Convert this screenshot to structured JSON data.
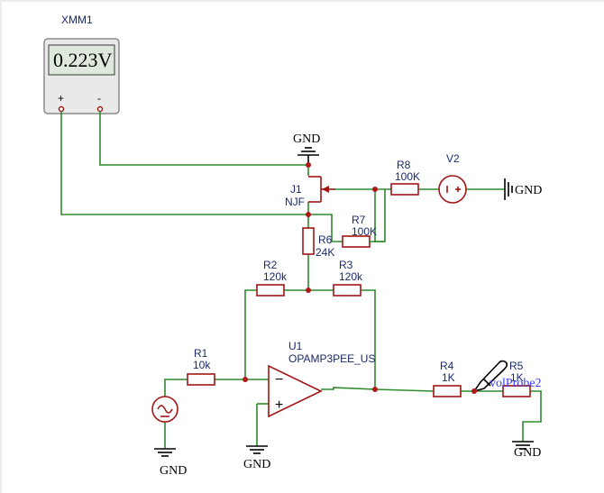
{
  "multimeter": {
    "name": "XMM1",
    "reading": "0.223V",
    "plus": "+",
    "minus": "-"
  },
  "jfet": {
    "ref": "J1",
    "model": "NJF"
  },
  "resistors": {
    "r1": {
      "ref": "R1",
      "value": "10k"
    },
    "r2": {
      "ref": "R2",
      "value": "120k"
    },
    "r3": {
      "ref": "R3",
      "value": "120k"
    },
    "r4": {
      "ref": "R4",
      "value": "1K"
    },
    "r5": {
      "ref": "R5",
      "value": "1K"
    },
    "r6": {
      "ref": "R6",
      "value": "24K"
    },
    "r7": {
      "ref": "R7",
      "value": "100K"
    },
    "r8": {
      "ref": "R8",
      "value": "100K"
    }
  },
  "source_v2": {
    "ref": "V2"
  },
  "opamp": {
    "ref": "U1",
    "model": "OPAMP3PEE_US",
    "minus": "−",
    "plus": "+"
  },
  "probe": {
    "label": "volProbe2"
  },
  "ground_label": "GND",
  "colors": {
    "wire": "#2e8b2e",
    "component": "#a31515",
    "label": "#1a2a6c",
    "probe": "#3a3aff"
  }
}
